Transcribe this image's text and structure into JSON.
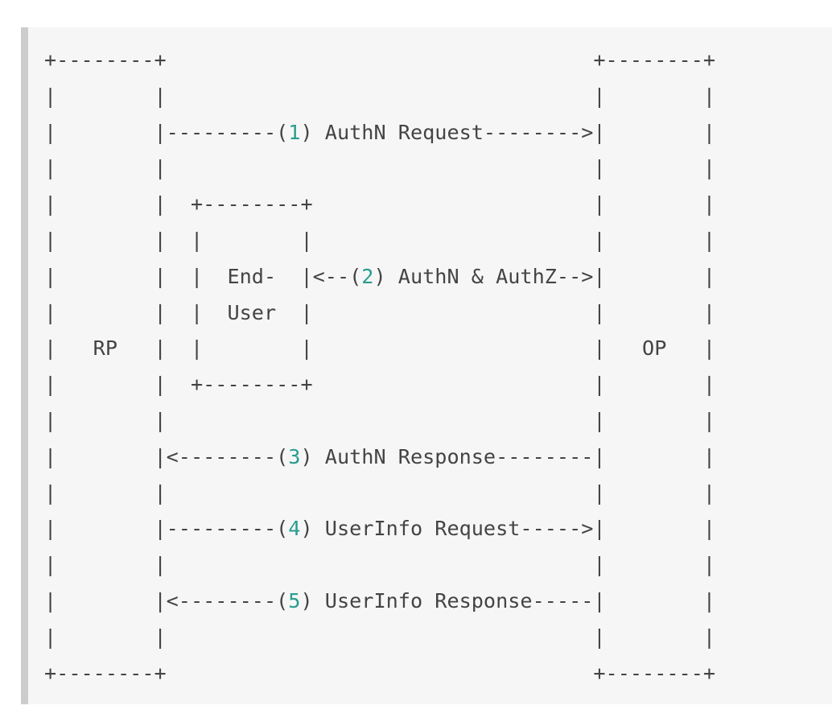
{
  "diagram": {
    "lines": [
      "+--------+                                   +--------+",
      "|        |                                   |        |",
      "|        |---------(1) AuthN Request-------->|        |",
      "|        |                                   |        |",
      "|        |  +--------+                       |        |",
      "|        |  |        |                       |        |",
      "|        |  |  End-  |<--(2) AuthN & AuthZ-->|        |",
      "|        |  |  User  |                       |        |",
      "|   RP   |  |        |                       |   OP   |",
      "|        |  +--------+                       |        |",
      "|        |                                   |        |",
      "|        |<--------(3) AuthN Response--------|        |",
      "|        |                                   |        |",
      "|        |---------(4) UserInfo Request----->|        |",
      "|        |                                   |        |",
      "|        |<--------(5) UserInfo Response-----|        |",
      "|        |                                   |        |",
      "+--------+                                   +--------+"
    ],
    "colors": {
      "text": "#444444",
      "step_number": "#2a9d8f",
      "background": "#f6f6f6",
      "border": "#cccccc"
    }
  }
}
